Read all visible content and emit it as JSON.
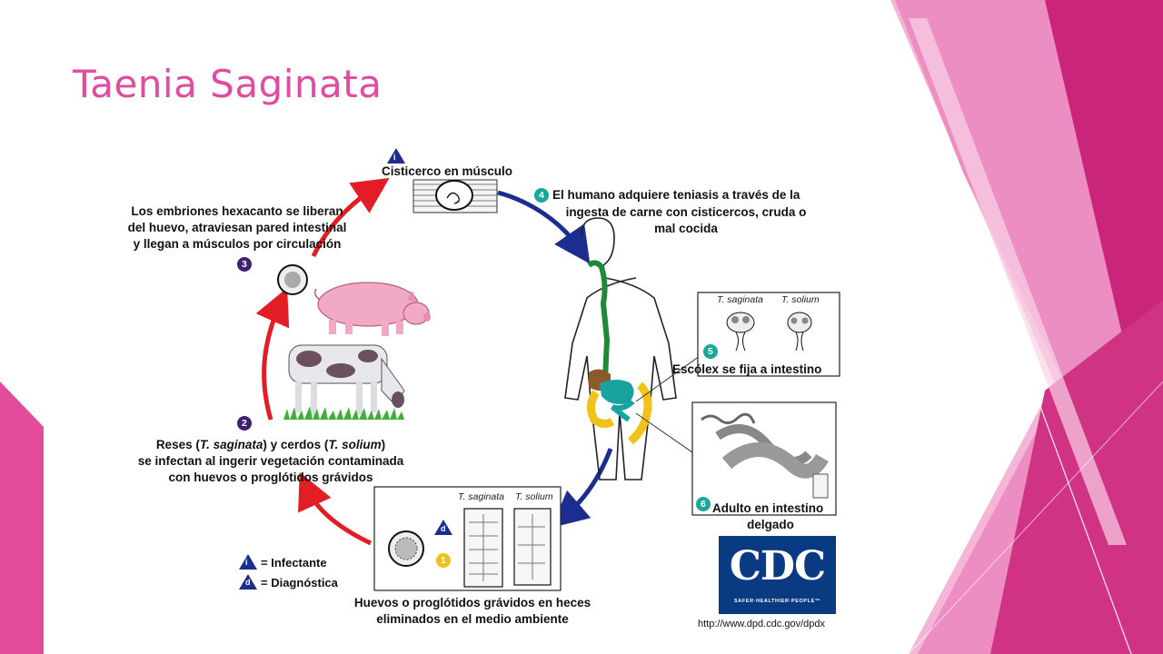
{
  "slide": {
    "title": "Taenia Saginata",
    "title_color": "#e04ca0"
  },
  "colors": {
    "pink_dark": "#c9257a",
    "pink_mid": "#e76fb0",
    "pink_light": "#f4b5d6",
    "arrow_red": "#e31d25",
    "arrow_blue": "#1b2d8f",
    "badge_purple": "#3c2270",
    "badge_teal": "#1aa79c",
    "badge_yellow": "#f1c21b",
    "cdc_blue": "#0a3b82"
  },
  "diagram": {
    "stage_i": {
      "badge": "i",
      "label": "Cisticerco en músculo"
    },
    "stage_4": {
      "badge": "4",
      "lines": [
        "El humano adquiere teniasis a través de la",
        "ingesta de carne con cisticercos, cruda o",
        "mal cocida"
      ]
    },
    "stage_3": {
      "badge": "3",
      "lines": [
        "Los embriones hexacanto se liberan",
        "del huevo, atraviesan pared intestinal",
        "y llegan a músculos por circulación"
      ]
    },
    "stage_2": {
      "badge": "2",
      "line1": {
        "a": "Reses (",
        "b": "T. saginata",
        "c": ") y cerdos (",
        "d": "T. solium",
        "e": ")"
      },
      "lines": [
        "se infectan al ingerir vegetación contaminada",
        "con huevos o proglótidos grávidos"
      ]
    },
    "stage_5": {
      "badge": "5",
      "label": "Escólex se fija a intestino",
      "species_a": "T. saginata",
      "species_b": "T. solium"
    },
    "stage_6": {
      "badge": "6",
      "lines": [
        "Adulto en intestino",
        "delgado"
      ]
    },
    "stage_1": {
      "badge_d": "d",
      "badge_1": "1",
      "species_a": "T. saginata",
      "species_b": "T. solium",
      "lines": [
        "Huevos o proglótidos grávidos en heces",
        "eliminados en el medio ambiente"
      ]
    },
    "legend": {
      "infectante": {
        "badge": "i",
        "label": "= Infectante"
      },
      "diagnostica": {
        "badge": "d",
        "label": "= Diagnóstica"
      }
    },
    "cdc": {
      "mark": "CDC",
      "tagline": "SAFER·HEALTHIER·PEOPLE™",
      "url": "http://www.dpd.cdc.gov/dpdx"
    }
  }
}
